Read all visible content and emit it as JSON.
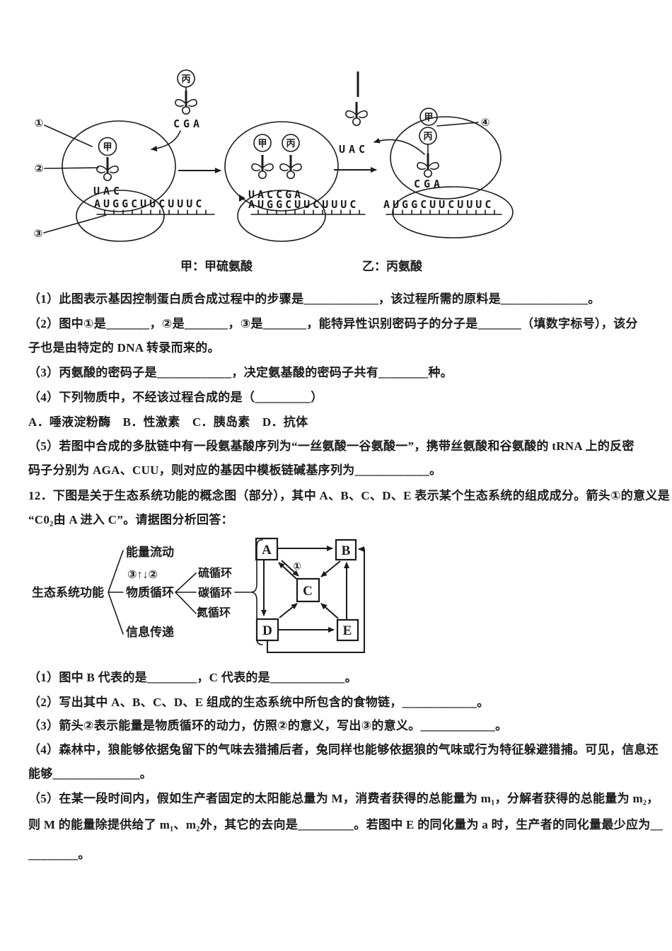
{
  "figure_translation": {
    "label_1": "①",
    "label_2": "②",
    "label_3": "③",
    "label_4": "④",
    "aa_methionine": "甲",
    "aa_alanine": "丙",
    "anticodon_cga": "CGA",
    "anticodon_uac": "UAC",
    "anticodon_pair": "UACCGA",
    "mrna_sequence": "AUGGCUUCUUUC",
    "caption_left": "甲：甲硫氨酸",
    "caption_right": "乙：丙氨酸"
  },
  "figure_ecosystem": {
    "root_label": "生态系统功能",
    "branch_energy": "能量流动",
    "branch_matter": "物质循环",
    "branch_info": "信息传递",
    "arrow_pair": "③↑↓②",
    "cycle_sulfur": "硫循环",
    "cycle_carbon": "碳循环",
    "cycle_nitrogen": "氮循环",
    "box_a": "A",
    "box_b": "B",
    "box_c": "C",
    "box_d": "D",
    "box_e": "E",
    "arrow_1_label": "①"
  },
  "body": {
    "lines": [
      "（1）此图表示基因控制蛋白质合成过程中的步骤是____________，该过程所需的原料是______________。",
      "（2）图中①是_______，②是_______，③是_______，能特异性识别密码子的分子是_______（填数字标号），该分",
      "子也是由特定的 DNA 转录而来的。",
      "（3）丙氨酸的密码子是____________，决定氨基酸的密码子共有________种。",
      "（4）下列物质中，不经该过程合成的是（_________）",
      "A．唾液淀粉酶　B．性激素　C．胰岛素　D．抗体",
      "（5）若图中合成的多肽链中有一段氨基酸序列为“一丝氨酸一谷氨酸一”，携带丝氨酸和谷氨酸的 tRNA 上的反密",
      "码子分别为 AGA、CUU，则对应的基因中模板链碱基序列为____________。",
      "12．下图是关于生态系统功能的概念图（部分），其中 A、B、C、D、E 表示某个生态系统的组成成分。箭头①的意义是",
      "“C0₂由 A 进入 C”。请据图分析回答：",
      "（1）图中 B 代表的是________，C 代表的是____________。",
      "（2）写出其中 A、B、C、D、E 组成的生态系统中所包含的食物链，____________。",
      "（3）箭头②表示能量是物质循环的动力，仿照②的意义，写出③的意义。____________。",
      "（4）森林中，狼能够依据兔留下的气味去猎捕后者，兔同样也能够依据狼的气味或行为特征躲避猎捕。可见，信息还",
      "能够______________。",
      "（5）在某一段时间内，假如生产者固定的太阳能总量为 M，消费者获得的总能量为 m₁，分解者获得的总能量为 m₂，",
      "则 M 的能量除提供给了 m₁、m₂外，其它的去向是_________。若图中 E 的同化量为 a 时，生产者的同化量最少应为__",
      "________。"
    ]
  }
}
